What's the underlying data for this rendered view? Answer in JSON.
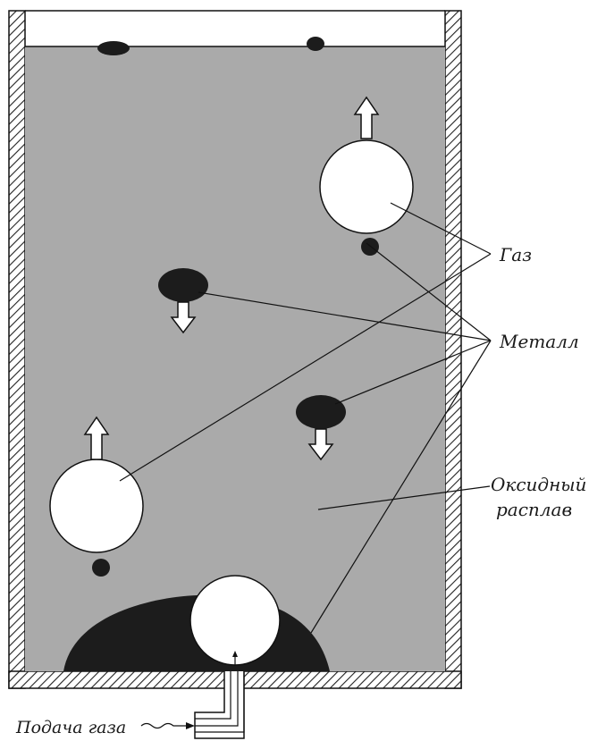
{
  "labels": {
    "gas": "Газ",
    "metal": "Металл",
    "oxide_line1": "Оксидный",
    "oxide_line2": "расплав",
    "gas_supply": "Подача газа"
  },
  "colors": {
    "melt": "#aaaaaa",
    "metal": "#1c1c1c",
    "bubble": "#ffffff",
    "wall_hatch": "#222222",
    "outline": "#111111"
  }
}
